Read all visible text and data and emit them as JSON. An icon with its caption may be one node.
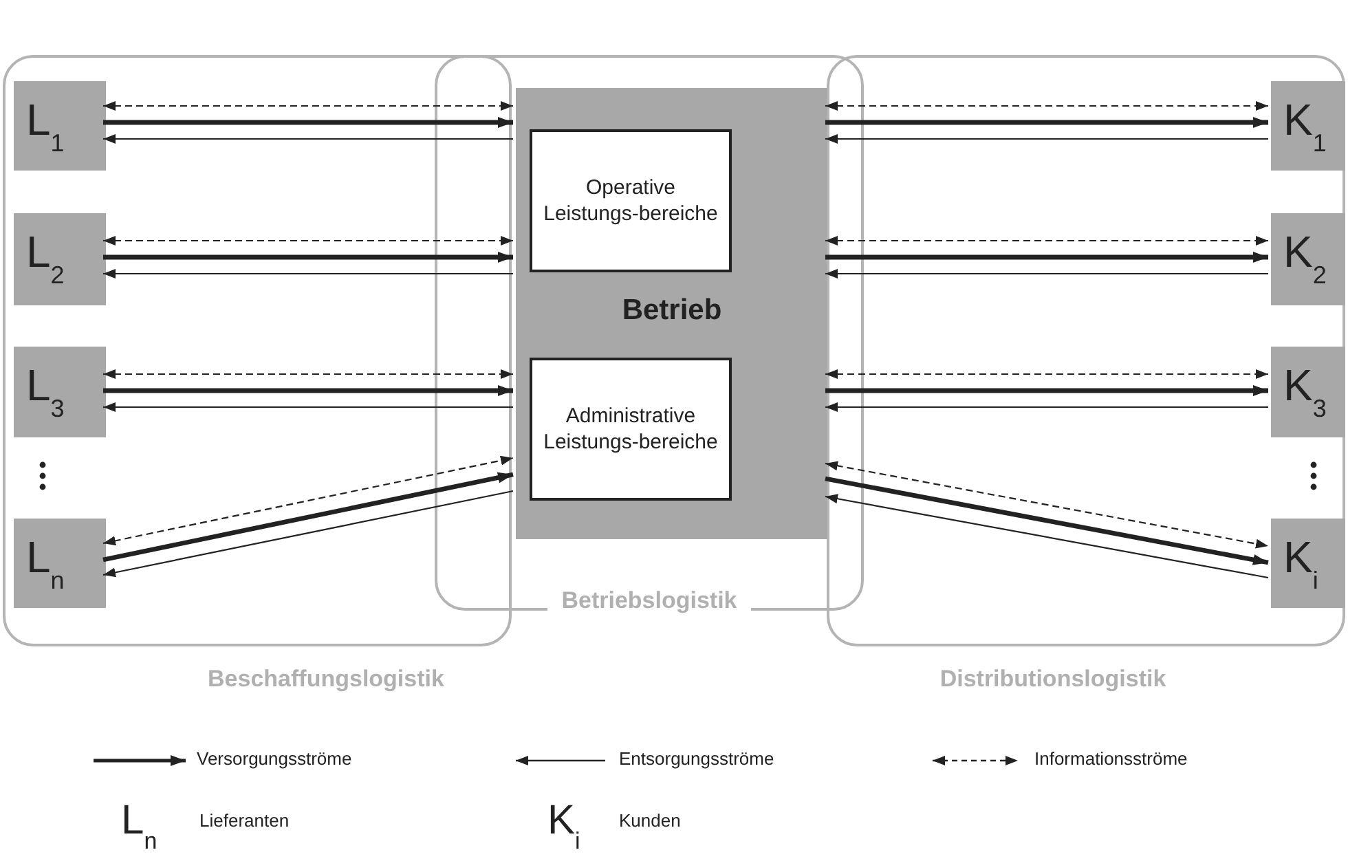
{
  "diagram": {
    "nodes": [
      {
        "text": [
          "Beschaffungslogistik"
        ]
      },
      {
        "text": [
          "Betriebslogistik"
        ]
      },
      {
        "text": [
          "Distributionslogistik"
        ]
      },
      {
        "text": [
          "Betrieb"
        ],
        "in": 1
      },
      {
        "text": [
          "Operative Leistungs-bereiche"
        ],
        "in": 3
      },
      {
        "text": [
          "Administrative Leistungs-bereiche"
        ],
        "in": 3
      },
      {
        "text": [
          "L$_{1}$"
        ],
        "in": 0
      },
      {
        "text": [
          "L$_{2}$"
        ],
        "in": 0
      },
      {
        "text": [
          "L$_{3}$"
        ],
        "in": 0
      },
      {
        "text": [
          "L$_{n}$"
        ],
        "in": 0
      },
      {
        "text": [
          "K$_{1}$"
        ],
        "in": 2
      },
      {
        "text": [
          "K$_{2}$"
        ],
        "in": 2
      },
      {
        "text": [
          "K$_{3}$"
        ],
        "in": 2
      },
      {
        "text": [
          "K$_{i}$"
        ],
        "in": 2
      }
    ],
    "edges": [
      {
        "from": 6,
        "to": 3,
        "arrow": "both",
        "style": "dashed"
      },
      {
        "from": 6,
        "to": 3,
        "arrow": "to",
        "style": "thick"
      },
      {
        "from": 3,
        "to": 6,
        "arrow": "to"
      },
      {
        "from": 7,
        "to": 3,
        "arrow": "both",
        "style": "dashed"
      },
      {
        "from": 7,
        "to": 3,
        "arrow": "to",
        "style": "thick"
      },
      {
        "from": 3,
        "to": 7,
        "arrow": "to"
      },
      {
        "from": 8,
        "to": 3,
        "arrow": "both",
        "style": "dashed"
      },
      {
        "from": 8,
        "to": 3,
        "arrow": "to",
        "style": "thick"
      },
      {
        "from": 3,
        "to": 8,
        "arrow": "to"
      },
      {
        "from": 9,
        "to": 3,
        "arrow": "both",
        "style": "dashed"
      },
      {
        "from": 9,
        "to": 3,
        "arrow": "to",
        "style": "thick"
      },
      {
        "from": 3,
        "to": 9,
        "arrow": "to"
      },
      {
        "from": 3,
        "to": 10,
        "arrow": "both",
        "style": "dashed"
      },
      {
        "from": 3,
        "to": 10,
        "arrow": "to",
        "style": "thick"
      },
      {
        "from": 10,
        "to": 3,
        "arrow": "to"
      },
      {
        "from": 3,
        "to": 11,
        "arrow": "both",
        "style": "dashed"
      },
      {
        "from": 3,
        "to": 11,
        "arrow": "to",
        "style": "thick"
      },
      {
        "from": 11,
        "to": 3,
        "arrow": "to"
      },
      {
        "from": 3,
        "to": 12,
        "arrow": "both",
        "style": "dashed"
      },
      {
        "from": 3,
        "to": 12,
        "arrow": "to",
        "style": "thick"
      },
      {
        "from": 12,
        "to": 3,
        "arrow": "to"
      },
      {
        "from": 3,
        "to": 13,
        "arrow": "both",
        "style": "dashed"
      },
      {
        "from": 3,
        "to": 13,
        "arrow": "to",
        "style": "thick"
      },
      {
        "from": 13,
        "to": 3,
        "arrow": "to"
      }
    ],
    "labels": [
      "L$_{n}$",
      "K$_{i}$"
    ],
    "legend": [
      {
        "text": "Versorgungsströme"
      },
      {
        "text": "Entsorgungsströme"
      },
      {
        "text": "Informationsströme"
      },
      {
        "text": "Lieferanten"
      },
      {
        "text": "Kunden"
      }
    ]
  }
}
